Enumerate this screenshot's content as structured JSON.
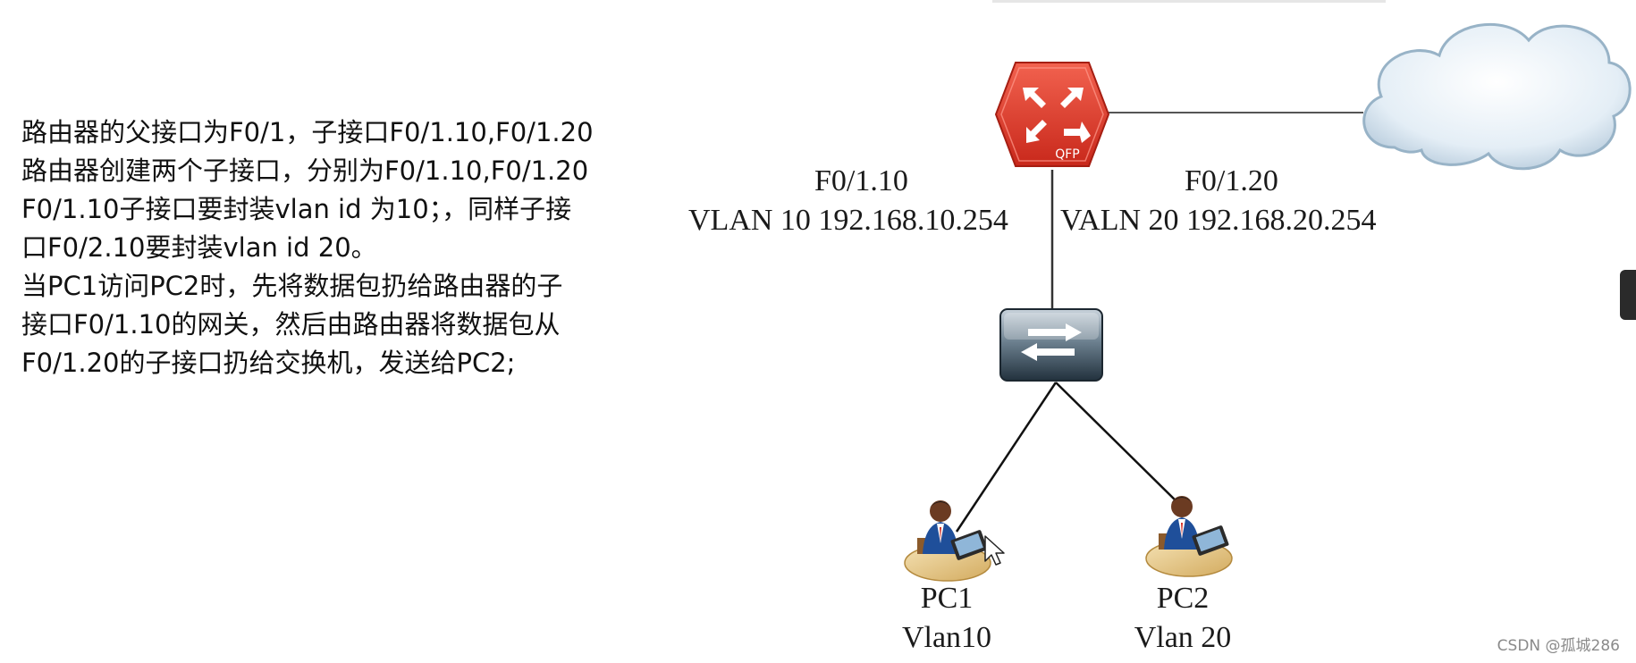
{
  "description_lines": [
    "路由器的父接口为F0/1，子接口F0/1.10,F0/1.20",
    "路由器创建两个子接口，分别为F0/1.10,F0/1.20",
    "F0/1.10子接口要封装vlan id 为10；，同样子接",
    "口F0/2.10要封装vlan id 20。",
    "当PC1访问PC2时，先将数据包扔给路由器的子",
    "接口F0/1.10的网关，然后由路由器将数据包从",
    "F0/1.20的子接口扔给交换机，发送给PC2;"
  ],
  "router": {
    "icon": "router-icon",
    "badge": "QFP",
    "color": "#e0392b"
  },
  "cloud": {
    "icon": "cloud-icon"
  },
  "switch": {
    "icon": "switch-icon"
  },
  "interfaces": {
    "left_name": "F0/1.10",
    "left_detail": "VLAN 10 192.168.10.254",
    "right_name": "F0/1.20",
    "right_detail": "VALN 20 192.168.20.254"
  },
  "pcs": [
    {
      "name": "PC1",
      "vlan": "Vlan10",
      "icon": "user-pc-icon"
    },
    {
      "name": "PC2",
      "vlan": "Vlan 20",
      "icon": "user-pc-icon"
    }
  ],
  "watermark": "CSDN @孤城286"
}
